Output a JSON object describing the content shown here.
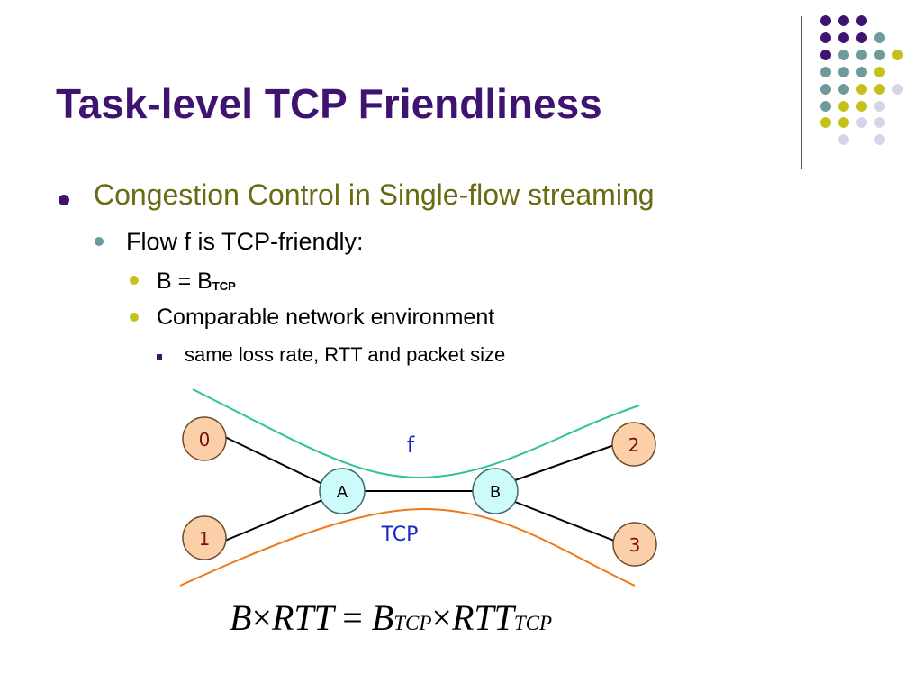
{
  "slide": {
    "title": "Task-level TCP Friendliness"
  },
  "bullets": {
    "level1": "Congestion Control in Single-flow streaming",
    "level2": "Flow f is TCP-friendly:",
    "level3a_main": "B = B",
    "level3a_sub": "TCP",
    "level3b": "Comparable network environment",
    "level4": "same loss rate, RTT and packet size"
  },
  "diagram": {
    "nodes": {
      "n0": "0",
      "n1": "1",
      "n2": "2",
      "n3": "3",
      "nA": "A",
      "nB": "B"
    },
    "labels": {
      "flow": "f",
      "tcp": "TCP"
    },
    "colors": {
      "endpoint_fill": "#fbd0a8",
      "router_fill": "#cdfafa",
      "node_label": "#7a0f12",
      "router_label": "#000000",
      "flow_curve": "#2ec29a",
      "tcp_curve": "#ef7a1a",
      "link": "#000000",
      "curve_label": "#1a25c8"
    }
  },
  "equation": {
    "b1": "B",
    "times1": "×",
    "rtt1": "RTT",
    "eq": "=",
    "b2": "B",
    "sub1": "TCP",
    "times2": "×",
    "rtt2": "RTT",
    "sub2": "TCP"
  },
  "decoration": {
    "dot_colors": {
      "purple": "#3f1470",
      "teal": "#6d9b9b",
      "olive": "#c4c21a",
      "lavender": "#d6d4e6"
    }
  }
}
